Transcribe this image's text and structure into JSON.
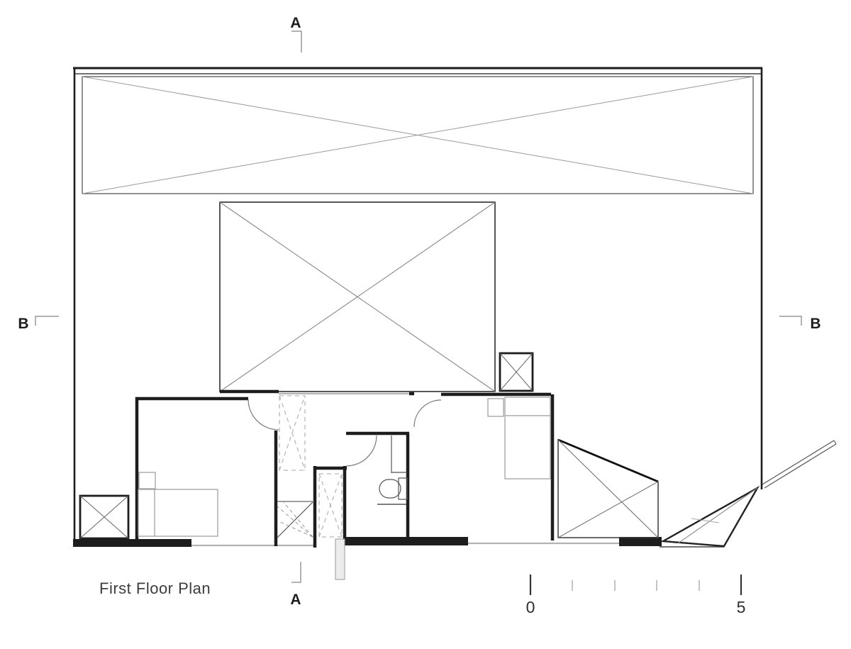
{
  "title": {
    "label": "First Floor Plan"
  },
  "section_markers": {
    "a_top": "A",
    "a_bottom": "A",
    "b_left": "B",
    "b_right": "B"
  },
  "scale_bar": {
    "start_label": "0",
    "end_label": "5",
    "minor_tick_count": 4
  },
  "colors": {
    "wall": "#1d1d1d",
    "line_medium": "#555555",
    "line_light": "#999999",
    "dashed": "#b8b8b8",
    "glazing": "#b3b3b3",
    "text": "#2e2e2e"
  }
}
